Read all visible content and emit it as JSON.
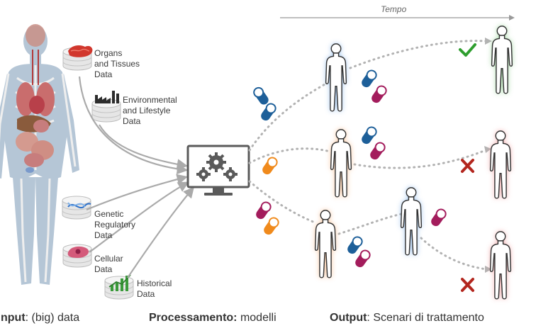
{
  "timeline": {
    "label": "Tempo"
  },
  "inputs": [
    {
      "lines": [
        "Organs",
        "and Tissues",
        "Data"
      ]
    },
    {
      "lines": [
        "Environmental",
        "and Lifestyle",
        "Data"
      ]
    },
    {
      "lines": [
        "Genetic",
        "Regulatory",
        "Data"
      ]
    },
    {
      "lines": [
        "Cellular",
        "Data"
      ]
    },
    {
      "lines": [
        "Historical",
        "Data"
      ]
    }
  ],
  "captions": {
    "input": {
      "bold": "nput",
      "rest": ": (big) data"
    },
    "processing": {
      "bold": "Processamento:",
      "rest": " modelli"
    },
    "output": {
      "bold": "Output",
      "rest": ": Scenari di trattamento"
    }
  },
  "outcomes": [
    "success",
    "failure",
    "failure"
  ],
  "colors": {
    "pill_blue": "#1d5f99",
    "pill_magenta": "#a31c5c",
    "pill_orange": "#f08a1c",
    "glow_blue": "#7fb0e8",
    "glow_orange": "#f4b07a",
    "glow_green": "#8fd08f",
    "glow_red": "#f09a9a",
    "check": "#2e9e2e",
    "cross": "#b3261e"
  }
}
